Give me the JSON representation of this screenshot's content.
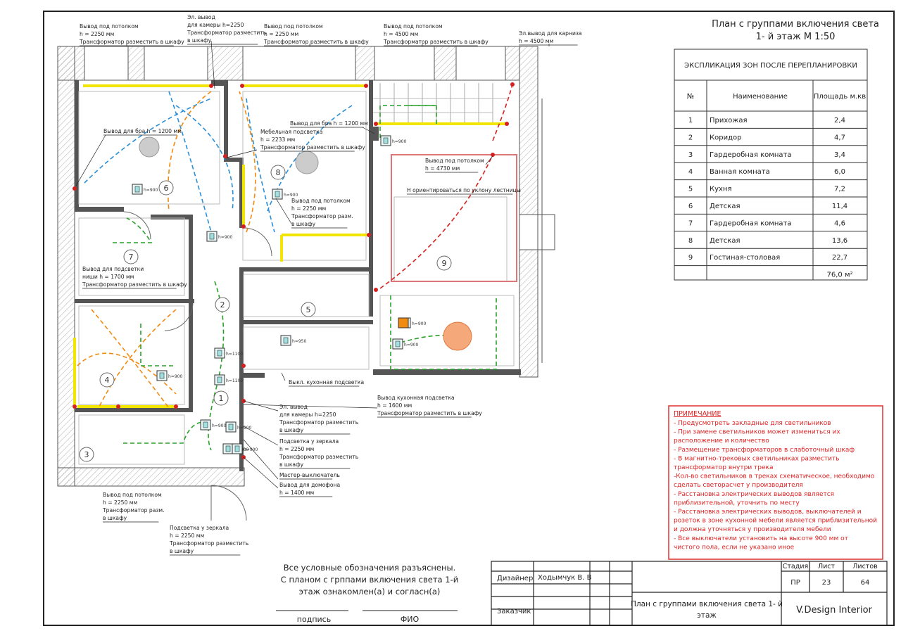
{
  "sheet_title": {
    "line1": "План с группами включения света",
    "line2": "1- й этаж М 1:50"
  },
  "explication": {
    "caption": "ЭКСПЛИКАЦИЯ ЗОН ПОСЛЕ ПЕРЕПЛАНИРОВКИ",
    "headers": [
      "№",
      "Наименование",
      "Площадь м.кв"
    ],
    "rows": [
      [
        "1",
        "Прихожая",
        "2,4"
      ],
      [
        "2",
        "Коридор",
        "4,7"
      ],
      [
        "3",
        "Гардеробная комната",
        "3,4"
      ],
      [
        "4",
        "Ванная комната",
        "6,0"
      ],
      [
        "5",
        "Кухня",
        "7,2"
      ],
      [
        "6",
        "Детская",
        "11,4"
      ],
      [
        "7",
        "Гардеробная комната",
        "4,6"
      ],
      [
        "8",
        "Детская",
        "13,6"
      ],
      [
        "9",
        "Гостиная-столовая",
        "22,7"
      ]
    ],
    "total": "76,0 м²"
  },
  "notes": {
    "title": "ПРИМЕЧАНИЕ",
    "lines": [
      "- Предусмотреть закладные для светильников",
      "- При замене светильников может измениться их",
      "расположение и количество",
      "- Размещение трансформаторов в слаботочный шкаф",
      "- В магнитно-трековых светильниках разместить",
      "трансформатор внутри трека",
      "-Кол-во светильников в треках схематическое, необходимо",
      "сделать светорасчет у производителя",
      "- Расстановка электрических выводов является",
      "приблизительной, уточнить по месту",
      "- Расстановка электрических выводов, выключателей и",
      "розеток в зоне кухонной мебели является приблизительной",
      "и должна уточняться у производителя мебели",
      "- Все выключатели установить на высоте 900 мм от",
      "чистого пола, если не указано иное"
    ]
  },
  "approval": {
    "lines": [
      "Все условные обозначения разъяснены.",
      "С планом с грппами включения света 1-й",
      "этаж ознакомлен(а) и согласн(а)"
    ],
    "sign_label": "подпись",
    "name_label": "ФИО"
  },
  "title_block": {
    "designer_label": "Дизайнер",
    "designer_name": "Ходымчук В. В",
    "customer_label": "Заказчик",
    "drawing_name_1": "План с группами включения света 1- й",
    "drawing_name_2": "этаж",
    "stage_label": "Стадия",
    "sheet_label": "Лист",
    "sheets_label": "Листов",
    "stage_value": "ПР",
    "sheet_value": "23",
    "sheets_value": "64",
    "company": "V.Design Interior"
  },
  "plan": {
    "room_numbers": [
      "1",
      "2",
      "3",
      "4",
      "5",
      "6",
      "7",
      "8",
      "9"
    ],
    "annotations": {
      "a1": [
        "Вывод под потолком",
        "h = 2250 мм",
        "Трансформатор разместить в шкафу"
      ],
      "a2": [
        "Эл. вывод",
        "для камеры h=2250",
        "Трансформатор разместить",
        "в шкафу"
      ],
      "a3": [
        "Вывод под потолком",
        "h = 2250 мм",
        "Трансформатор разместить в шкафу"
      ],
      "a4": [
        "Вывод под потолком",
        "h = 4500 мм",
        "Трансформатор разместить в шкафу"
      ],
      "a5": [
        "Эл.вывод для карниза",
        "h = 4500 мм"
      ],
      "a6": [
        "Вывод для бра h = 1200 мм"
      ],
      "a7": [
        "Вывод для бра h = 1200 мм"
      ],
      "a8": [
        "Мебельная подсветка",
        "h = 2233 мм",
        "Трансформатор разместить в шкафу"
      ],
      "a9": [
        "Вывод под потолком",
        "h = 4730 мм"
      ],
      "a10": [
        "Н ориентироваться по уклону лестницы"
      ],
      "a11": [
        "Вывод под потолком",
        "h = 2250 мм",
        "Трансформатор разм.",
        "в шкафу"
      ],
      "a12": [
        "Вывод для подсветки",
        "ниши h = 1700 мм",
        "Трансформатор разместить в шкафу"
      ],
      "a13": [
        "Выкл. кухонная подсветка"
      ],
      "a14": [
        "Вывод кухонная подсветка",
        "h = 1600 мм",
        "Трансформатор разместить в шкафу"
      ],
      "a15": [
        "Эл. вывод",
        "для камеры h=2250",
        "Трансформатор разместить",
        "в шкафу"
      ],
      "a16": [
        "Подсветка у зеркала",
        "h = 2250 мм",
        "Трансформатор разместить",
        "в шкафу"
      ],
      "a17": [
        "Мастер-выключатель"
      ],
      "a18": [
        "Вывод для домофона",
        "h = 1400 мм"
      ],
      "a19": [
        "Вывод под потолком",
        "h = 2250 мм",
        "Трансформатор разм.",
        "в шкафу"
      ],
      "a20": [
        "Подсветка у зеркала",
        "h = 2250 мм",
        "Трансформатор разместить",
        "в шкафу"
      ]
    },
    "switch_heights": {
      "s1": "h=900",
      "s2": "h=900",
      "s3": "h=900",
      "s4": "h=900",
      "s5": "h=950",
      "s6": "h=1100",
      "s7": "h=1100",
      "s8": "h=900",
      "s9": "h=900",
      "s10": "h=900",
      "s11": "h=900",
      "s12": "h=900",
      "s13": "h=900",
      "s14": "h=900"
    }
  }
}
